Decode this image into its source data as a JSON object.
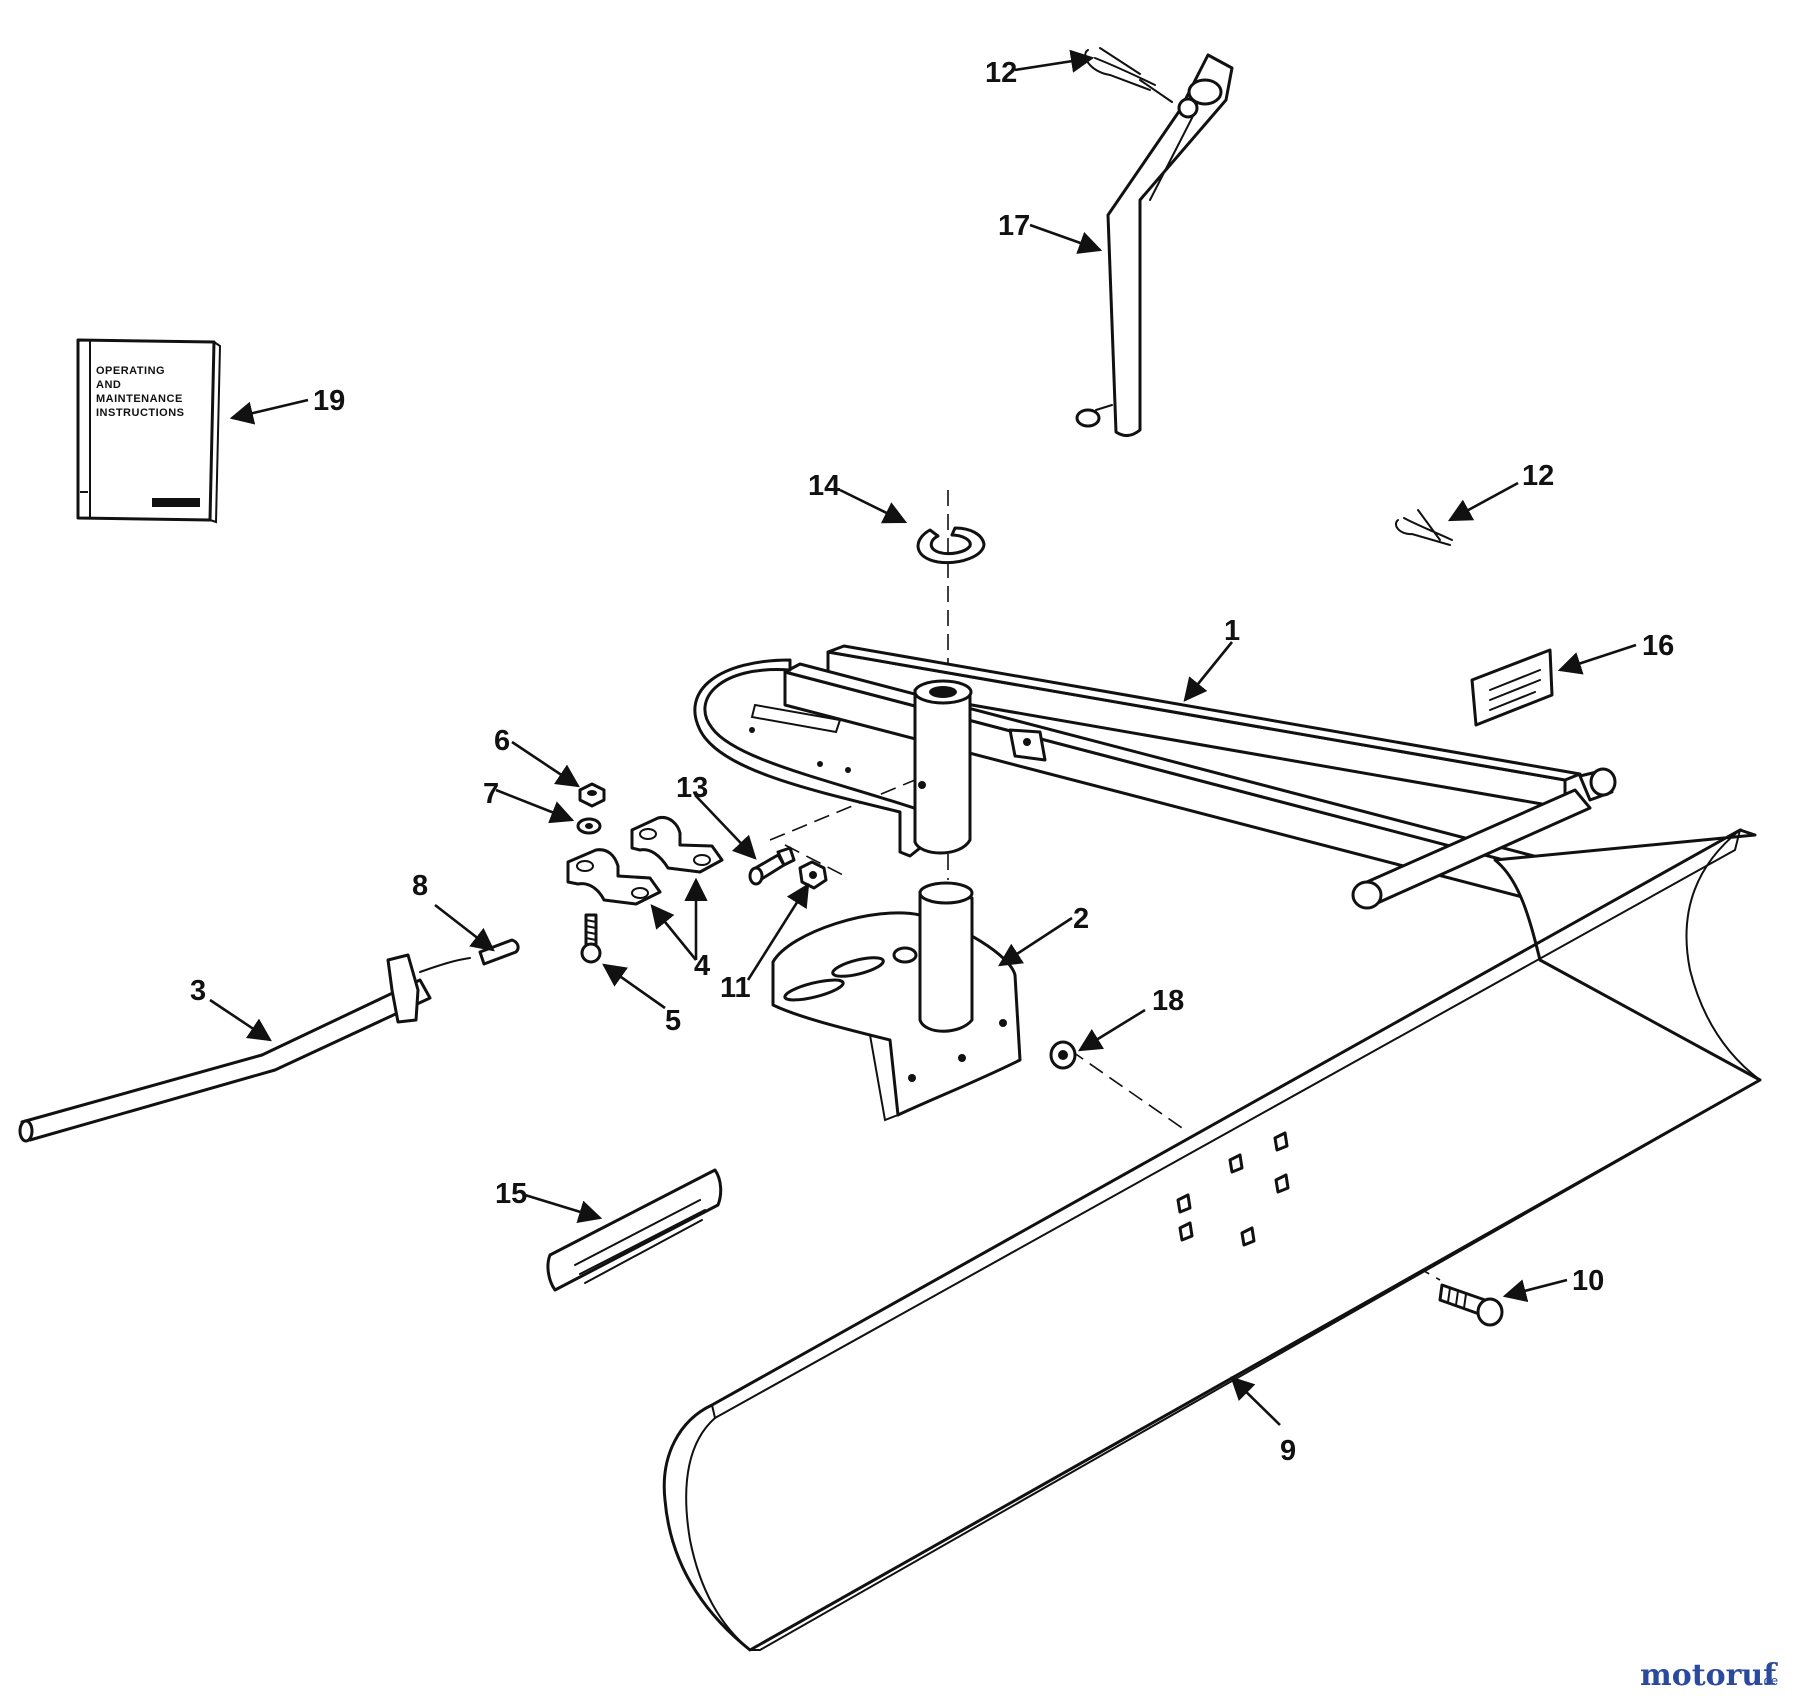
{
  "diagram": {
    "callouts": {
      "c1": "1",
      "c2": "2",
      "c3": "3",
      "c4": "4",
      "c5": "5",
      "c6": "6",
      "c7": "7",
      "c8": "8",
      "c9": "9",
      "c10": "10",
      "c11": "11",
      "c12a": "12",
      "c12b": "12",
      "c13": "13",
      "c14": "14",
      "c15": "15",
      "c16": "16",
      "c17": "17",
      "c18": "18",
      "c19": "19"
    },
    "manual": {
      "line1": "OPERATING",
      "line2": "AND",
      "line3": "MAINTENANCE",
      "line4": "INSTRUCTIONS"
    }
  },
  "watermark": {
    "text_main": "motoruf",
    "text_suffix": ".de",
    "color_primary": "#2b4a9b",
    "color_accent": "#e8501f"
  }
}
